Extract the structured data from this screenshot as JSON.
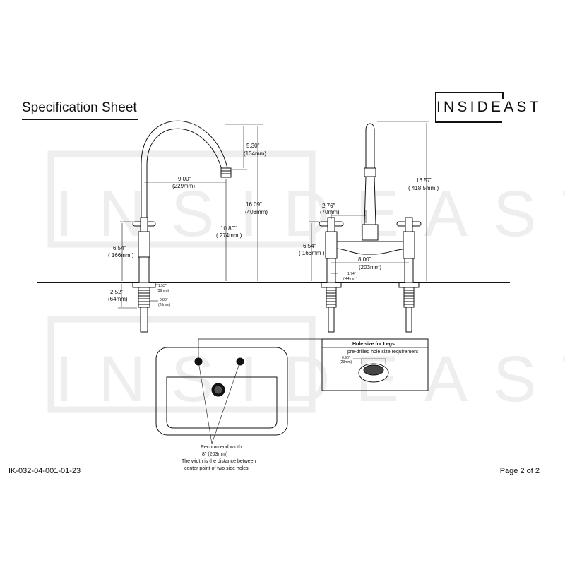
{
  "header": {
    "title": "Specification Sheet",
    "brand": "INSIDEAST"
  },
  "watermark": {
    "text": "INSIDEAST"
  },
  "left_view": {
    "spout_height": "5.30\"",
    "spout_height_mm": "(134mm)",
    "spout_reach": "9.00\"",
    "spout_reach_mm": "(229mm)",
    "overall_height": "16.09\"",
    "overall_height_mm": "(408mm)",
    "spout_clearance": "10.80\"",
    "spout_clearance_mm": "( 274mm )",
    "handle_height": "6.54\"",
    "handle_height_mm": "( 166mm )",
    "shank_length": "2.52\"",
    "shank_length_mm": "(64mm)",
    "flange_dia": "1.53\"",
    "flange_dia_mm": "(39mm)",
    "shank_dia": "0.80\"",
    "shank_dia_mm": "(20mm)"
  },
  "right_view": {
    "handle_offset": "2.76\"",
    "handle_offset_mm": "(70mm)",
    "overall_height": "16.57\"",
    "overall_height_mm": "( 418.5mm )",
    "handle_height": "6.54\"",
    "handle_height_mm": "( 166mm )",
    "centers": "8.00\"",
    "centers_mm": "(203mm)",
    "leg_dia": "1.74\"",
    "leg_dia_mm": "( 44mm )"
  },
  "hole_panel": {
    "title": "Hole size for Legs",
    "subtitle": "pre-drilled hole size requirement",
    "hole_dia": "0.90\"",
    "hole_dia_mm": "(23mm)"
  },
  "sink_note": {
    "line1": "Recommend width :",
    "line2": "8\" (203mm)",
    "line3": "The width is the distance between",
    "line4": "center point of two side holes"
  },
  "footer": {
    "doc_id": "IK-032-04-001-01-23",
    "page": "Page 2 of 2"
  }
}
